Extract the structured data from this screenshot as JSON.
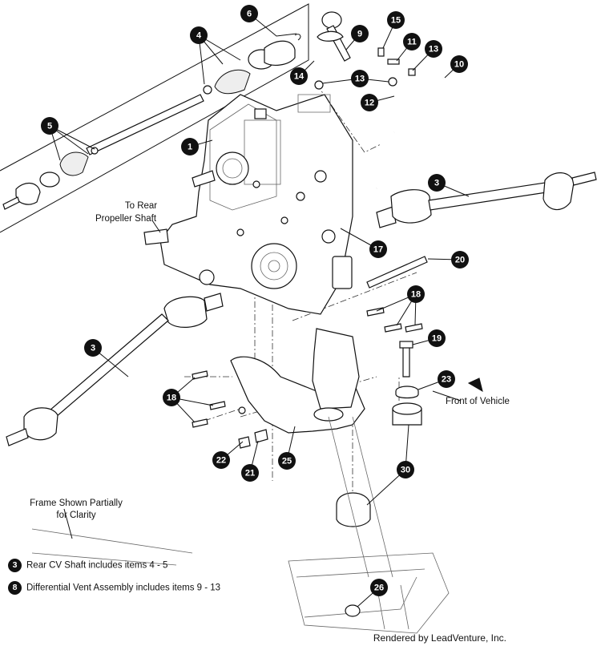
{
  "labels": {
    "rear_propeller": [
      "To Rear",
      "Propeller Shaft"
    ],
    "front_vehicle": "Front of Vehicle",
    "frame_note": [
      "Frame Shown Partially",
      "for Clarity"
    ]
  },
  "notes": [
    {
      "num": "3",
      "text": "Rear CV Shaft includes items 4 - 5"
    },
    {
      "num": "8",
      "text": "Differential Vent Assembly includes items 9 - 13"
    }
  ],
  "callouts": [
    {
      "id": "1",
      "num": "1"
    },
    {
      "id": "3a",
      "num": "3"
    },
    {
      "id": "3b",
      "num": "3"
    },
    {
      "id": "4",
      "num": "4"
    },
    {
      "id": "5",
      "num": "5"
    },
    {
      "id": "6",
      "num": "6"
    },
    {
      "id": "9",
      "num": "9"
    },
    {
      "id": "10",
      "num": "10"
    },
    {
      "id": "11",
      "num": "11"
    },
    {
      "id": "12",
      "num": "12"
    },
    {
      "id": "13a",
      "num": "13"
    },
    {
      "id": "13b",
      "num": "13"
    },
    {
      "id": "14",
      "num": "14"
    },
    {
      "id": "15",
      "num": "15"
    },
    {
      "id": "17",
      "num": "17"
    },
    {
      "id": "18a",
      "num": "18"
    },
    {
      "id": "18b",
      "num": "18"
    },
    {
      "id": "19",
      "num": "19"
    },
    {
      "id": "20",
      "num": "20"
    },
    {
      "id": "21",
      "num": "21"
    },
    {
      "id": "22",
      "num": "22"
    },
    {
      "id": "23",
      "num": "23"
    },
    {
      "id": "25",
      "num": "25"
    },
    {
      "id": "26",
      "num": "26"
    },
    {
      "id": "30",
      "num": "30"
    }
  ],
  "footer": "Rendered by LeadVenture, Inc."
}
